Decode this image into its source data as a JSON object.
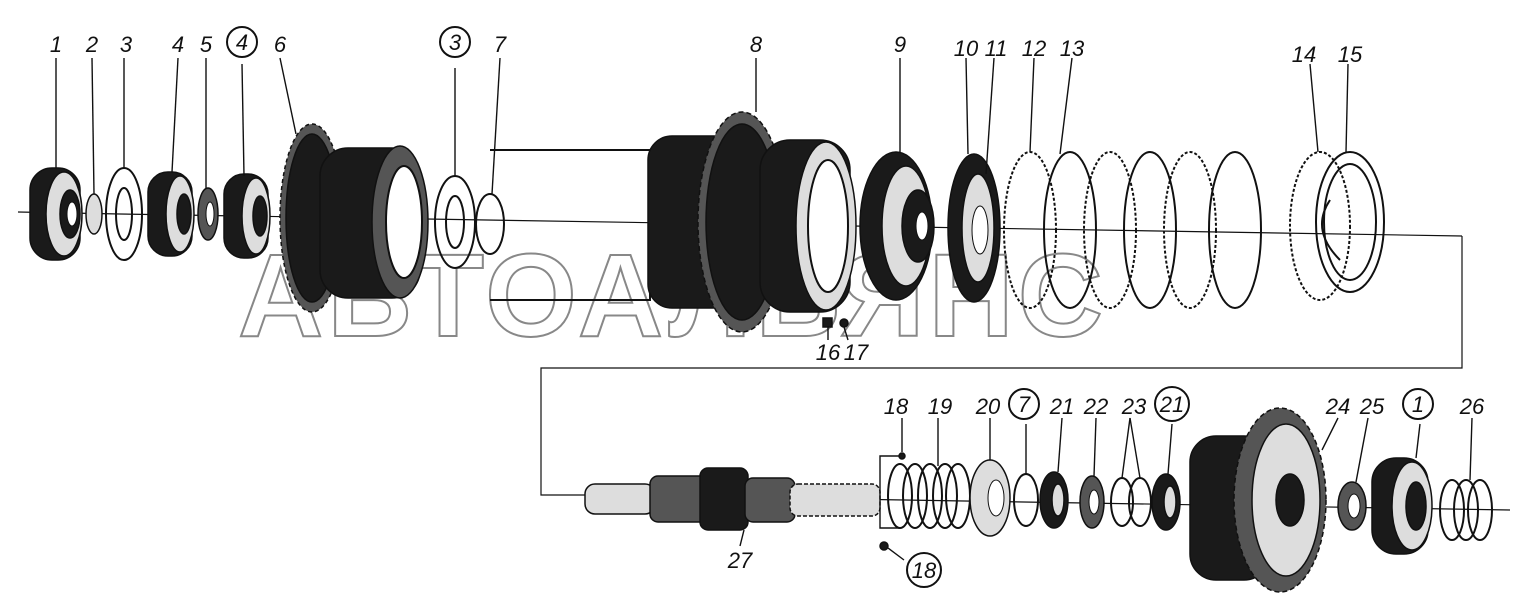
{
  "watermark": "АВТОАЛЬЯНС",
  "labels": [
    {
      "id": "1",
      "text": "1",
      "circled": false
    },
    {
      "id": "2",
      "text": "2",
      "circled": false
    },
    {
      "id": "3",
      "text": "3",
      "circled": false
    },
    {
      "id": "4",
      "text": "4",
      "circled": false
    },
    {
      "id": "5",
      "text": "5",
      "circled": false
    },
    {
      "id": "4c",
      "text": "4",
      "circled": true
    },
    {
      "id": "6",
      "text": "6",
      "circled": false
    },
    {
      "id": "3c",
      "text": "3",
      "circled": true
    },
    {
      "id": "7",
      "text": "7",
      "circled": false
    },
    {
      "id": "8",
      "text": "8",
      "circled": false
    },
    {
      "id": "9",
      "text": "9",
      "circled": false
    },
    {
      "id": "10",
      "text": "10",
      "circled": false
    },
    {
      "id": "11",
      "text": "11",
      "circled": false
    },
    {
      "id": "12",
      "text": "12",
      "circled": false
    },
    {
      "id": "13",
      "text": "13",
      "circled": false
    },
    {
      "id": "14",
      "text": "14",
      "circled": false
    },
    {
      "id": "15",
      "text": "15",
      "circled": false
    },
    {
      "id": "16",
      "text": "16",
      "circled": false
    },
    {
      "id": "17",
      "text": "17",
      "circled": false
    },
    {
      "id": "18",
      "text": "18",
      "circled": false
    },
    {
      "id": "19",
      "text": "19",
      "circled": false
    },
    {
      "id": "20",
      "text": "20",
      "circled": false
    },
    {
      "id": "7c",
      "text": "7",
      "circled": true
    },
    {
      "id": "21",
      "text": "21",
      "circled": false
    },
    {
      "id": "22",
      "text": "22",
      "circled": false
    },
    {
      "id": "23",
      "text": "23",
      "circled": false
    },
    {
      "id": "21c",
      "text": "21",
      "circled": true
    },
    {
      "id": "24",
      "text": "24",
      "circled": false
    },
    {
      "id": "25",
      "text": "25",
      "circled": false
    },
    {
      "id": "1c",
      "text": "1",
      "circled": true
    },
    {
      "id": "26",
      "text": "26",
      "circled": false
    },
    {
      "id": "27",
      "text": "27",
      "circled": false
    },
    {
      "id": "18c",
      "text": "18",
      "circled": true
    }
  ]
}
